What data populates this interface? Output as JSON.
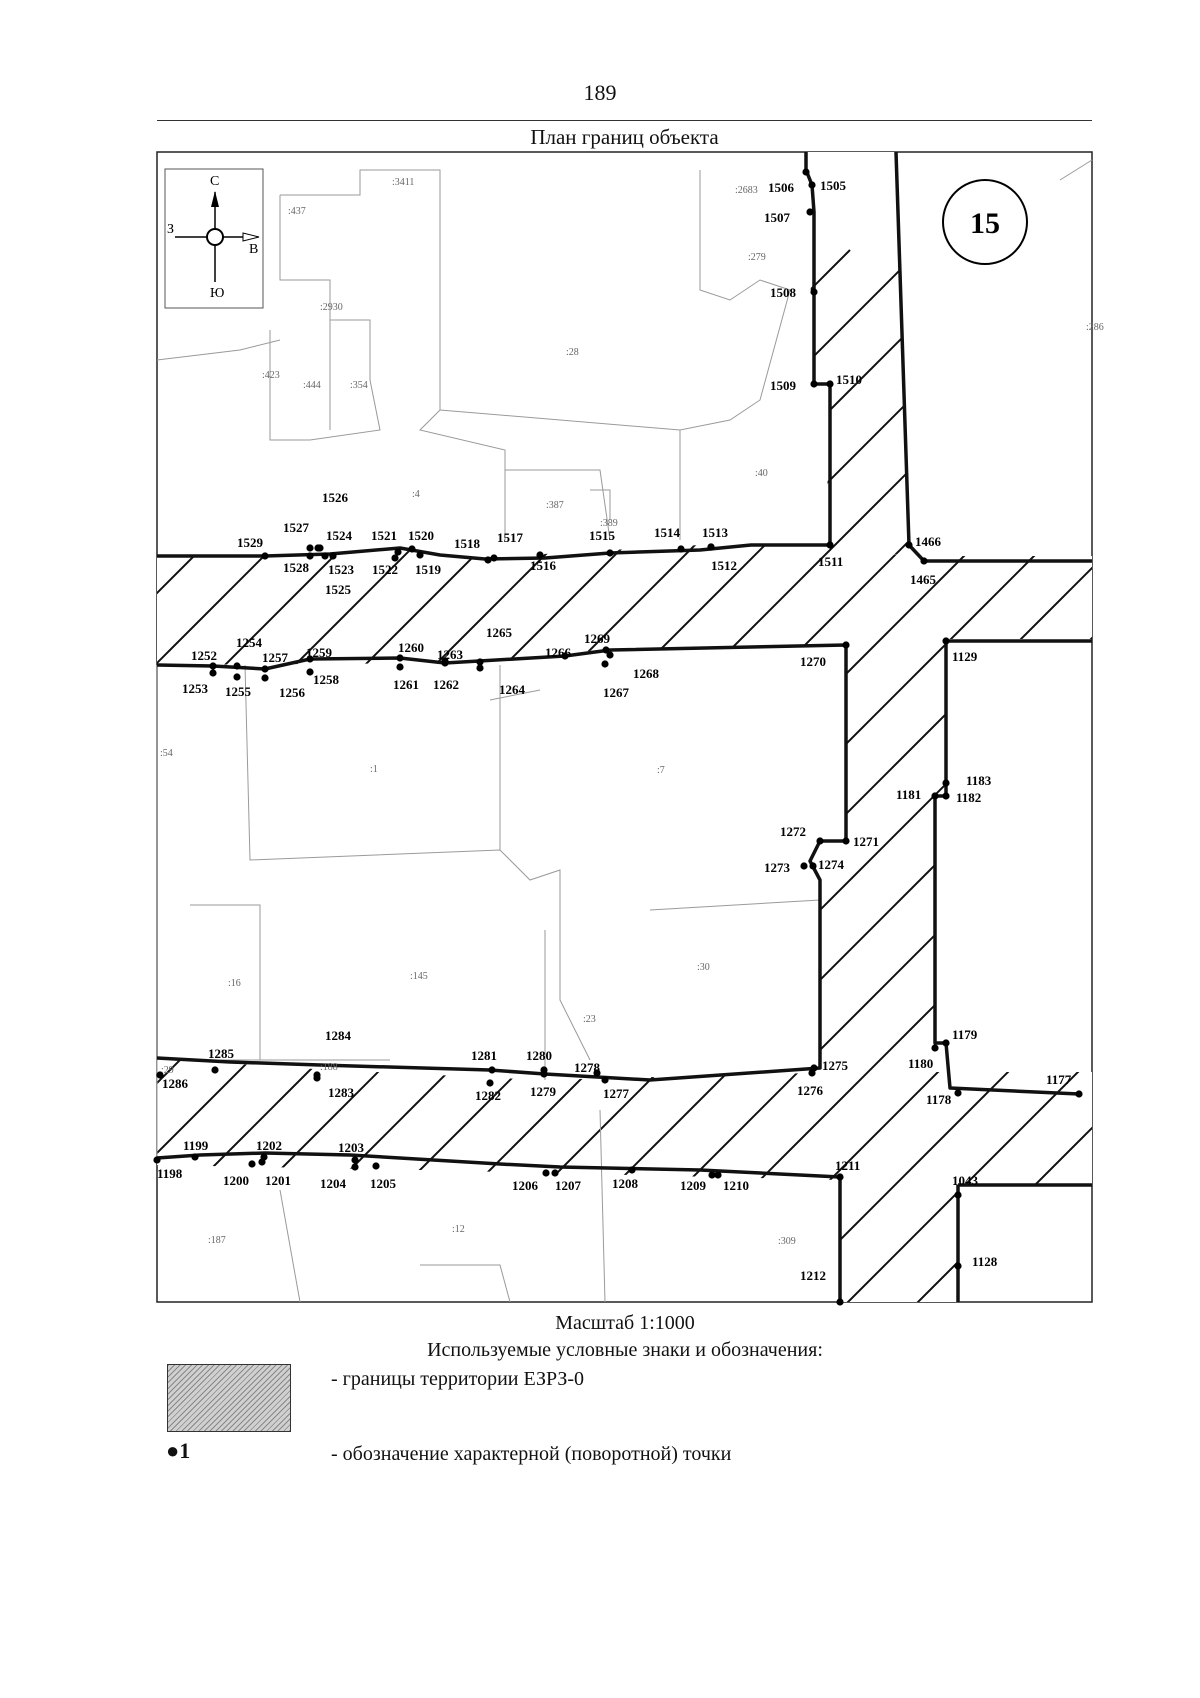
{
  "page_number": "189",
  "map_title": "План границ объекта",
  "sheet_number": "15",
  "compass": {
    "north": "С",
    "south": "Ю",
    "west": "З",
    "east": "В"
  },
  "legend": {
    "scale": "Масштаб 1:1000",
    "caption": "Используемые условные знаки и обозначения:",
    "hatch_label": "- границы территории ЕЗРЗ-0",
    "point_sample": "1",
    "point_label": "- обозначение характерной (поворотной) точки"
  },
  "parcel_labels": [
    ":3411",
    ":437",
    ":2683",
    ":279",
    ":2930",
    ":286",
    ":423",
    ":444",
    ":354",
    ":28",
    ":40",
    ":4",
    ":387",
    ":389",
    ":54",
    ":1",
    ":7",
    ":16",
    ":145",
    ":30",
    ":23",
    ":188",
    ":187",
    ":12",
    ":309",
    ":29"
  ],
  "point_labels": [
    "1505",
    "1506",
    "1507",
    "1508",
    "1509",
    "1510",
    "1511",
    "1512",
    "1513",
    "1514",
    "1515",
    "1516",
    "1517",
    "1518",
    "1519",
    "1520",
    "1521",
    "1522",
    "1523",
    "1524",
    "1525",
    "1526",
    "1527",
    "1528",
    "1529",
    "1465",
    "1466",
    "1252",
    "1253",
    "1254",
    "1255",
    "1256",
    "1257",
    "1258",
    "1259",
    "1260",
    "1261",
    "1262",
    "1263",
    "1264",
    "1265",
    "1266",
    "1267",
    "1268",
    "1269",
    "1270",
    "1129",
    "1181",
    "1182",
    "1183",
    "1271",
    "1272",
    "1273",
    "1274",
    "1275",
    "1276",
    "1179",
    "1180",
    "1178",
    "1177",
    "1277",
    "1278",
    "1279",
    "1280",
    "1281",
    "1282",
    "1283",
    "1284",
    "1285",
    "1286",
    "1198",
    "1199",
    "1200",
    "1201",
    "1202",
    "1203",
    "1204",
    "1205",
    "1206",
    "1207",
    "1208",
    "1209",
    "1210",
    "1211",
    "1212",
    "1043",
    "1128"
  ]
}
